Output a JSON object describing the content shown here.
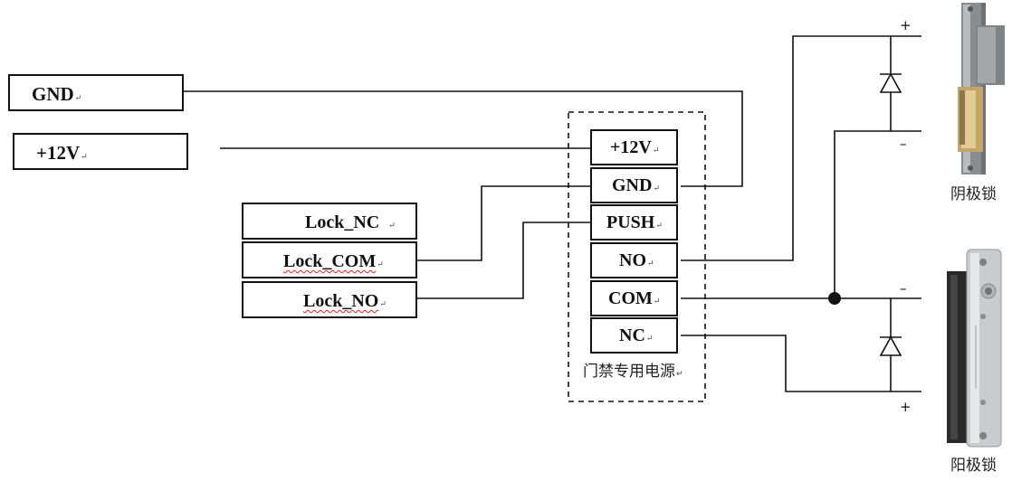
{
  "inputs": {
    "gnd": "GND",
    "v12": "+12V"
  },
  "lock_terminals": {
    "nc": "Lock_NC",
    "com": "Lock_COM",
    "no": "Lock_NO"
  },
  "power_supply": {
    "name": "门禁专用电源",
    "terminals": [
      "+12V",
      "GND",
      "PUSH",
      "NO",
      "COM",
      "NC"
    ]
  },
  "locks": {
    "cathode_lock": {
      "label": "阴极锁",
      "plus": "+",
      "minus": "–"
    },
    "anode_lock": {
      "label": "阳极锁",
      "minus": "–",
      "plus": "+"
    }
  },
  "icons": [
    "diode-icon",
    "junction-dot-icon",
    "paragraph-mark-icon"
  ]
}
